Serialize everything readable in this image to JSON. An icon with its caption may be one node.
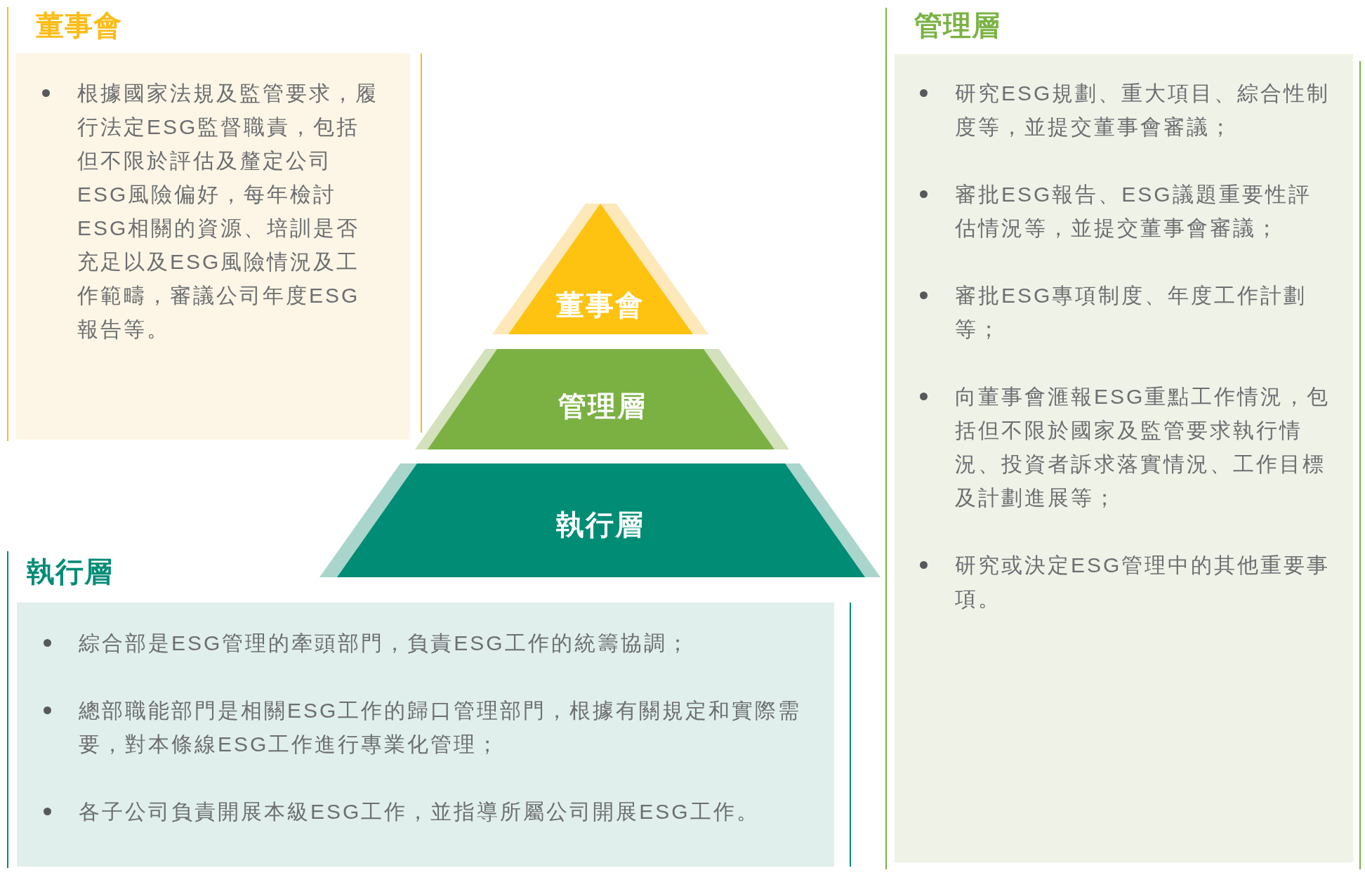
{
  "diagram": {
    "nodes": [
      {
        "text": [
          "董事會",
          "根據國家法規及監管要求，履行法定ESG監督職責，包括但不限於評估及釐定公司ESG風險偏好，每年檢討ESG相關的資源、培訓是否充足以及ESG風險情況及工作範疇，審議公司年度ESG報告等。"
        ]
      },
      {
        "text": [
          "董事會"
        ]
      },
      {
        "text": [
          "管理層"
        ]
      },
      {
        "text": [
          "執行層"
        ]
      },
      {
        "text": [
          "管理層",
          "研究ESG規劃、重大項目、綜合性制度等，並提交董事會審議；",
          "審批ESG報告、ESG議題重要性評估情況等，並提交董事會審議；",
          "審批ESG專項制度、年度工作計劃等；",
          "向董事會滙報ESG重點工作情況，包括但不限於國家及監管要求執行情況、投資者訴求落實情況、工作目標及計劃進展等；",
          "研究或決定ESG管理中的其他重要事項。"
        ]
      },
      {
        "text": [
          "執行層",
          "綜合部是ESG管理的牽頭部門，負責ESG工作的統籌協調；",
          "總部職能部門是相關ESG工作的歸口管理部門，根據有關規定和實際需要，對本條線ESG工作進行專業化管理；",
          "各子公司負責開展本級ESG工作，並指導所屬公司開展ESG工作。"
        ]
      }
    ]
  }
}
